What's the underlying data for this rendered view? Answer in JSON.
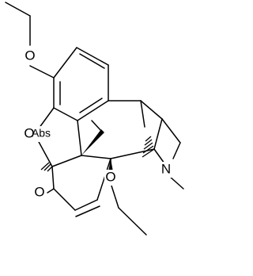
{
  "molecule": {
    "atoms": {
      "oxygen_methoxy": "O",
      "oxygen_ether_ring": "O",
      "ring_label_fragment": "Abs",
      "oxygen_ketone": "O",
      "nitrogen": "N",
      "oxygen_ethoxy": "O"
    },
    "colors": {
      "bond": "#000000",
      "background": "#ffffff"
    }
  }
}
